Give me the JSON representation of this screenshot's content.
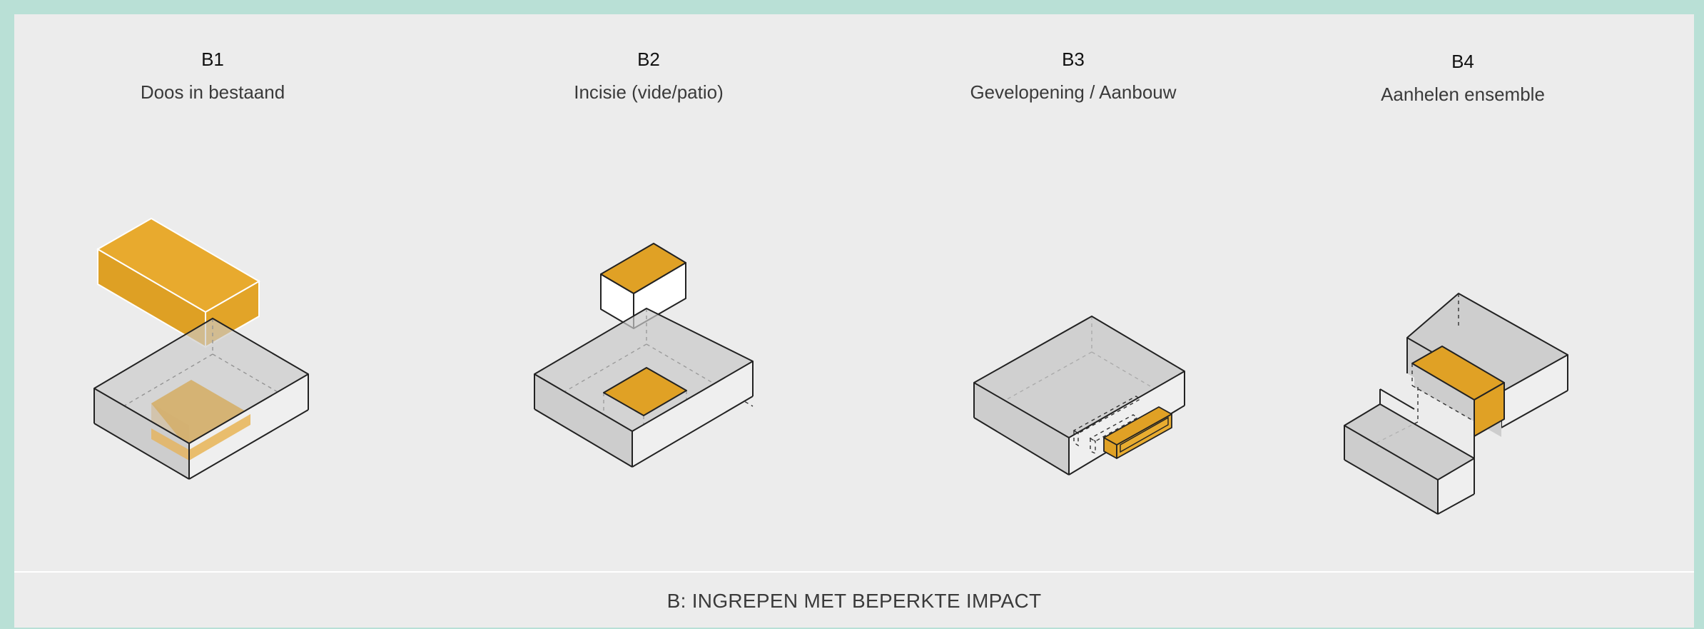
{
  "colors": {
    "frame_background": "#b9e0d6",
    "panel_background": "#ececec",
    "accent_orange": "#e0a125",
    "volume_gray": "#cfcfcf"
  },
  "items": [
    {
      "code": "B1",
      "label": "Doos in bestaand"
    },
    {
      "code": "B2",
      "label": "Incisie (vide/patio)"
    },
    {
      "code": "B3",
      "label": "Gevelopening / Aanbouw"
    },
    {
      "code": "B4",
      "label": "Aanhelen ensemble"
    }
  ],
  "footer": {
    "title": "B:  INGREPEN MET BEPERKTE IMPACT"
  }
}
